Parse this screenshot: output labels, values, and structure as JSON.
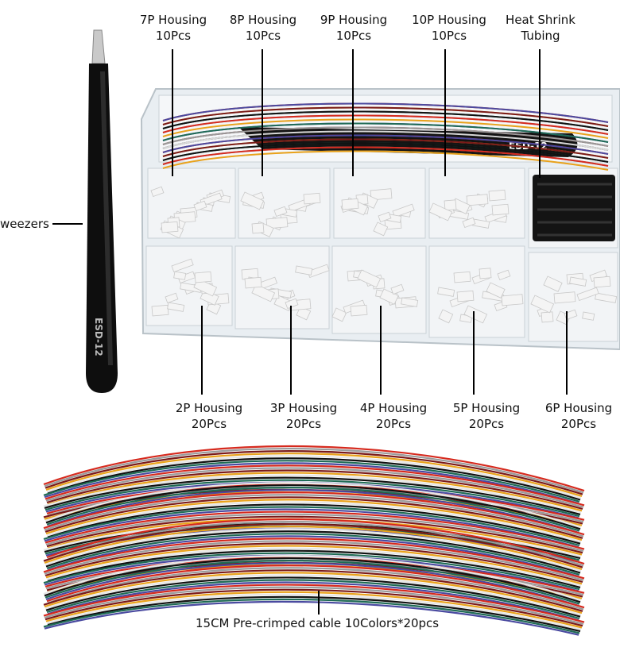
{
  "labels": {
    "top": [
      {
        "line1": "7P Housing",
        "line2": "10Pcs"
      },
      {
        "line1": "8P Housing",
        "line2": "10Pcs"
      },
      {
        "line1": "9P Housing",
        "line2": "10Pcs"
      },
      {
        "line1": "10P Housing",
        "line2": "10Pcs"
      },
      {
        "line1": "Heat Shrink",
        "line2": "Tubing"
      }
    ],
    "bottom": [
      {
        "line1": "2P Housing",
        "line2": "20Pcs"
      },
      {
        "line1": "3P Housing",
        "line2": "20Pcs"
      },
      {
        "line1": "4P Housing",
        "line2": "20Pcs"
      },
      {
        "line1": "5P Housing",
        "line2": "20Pcs"
      },
      {
        "line1": "6P Housing",
        "line2": "20Pcs"
      }
    ],
    "tweezers": "weezers",
    "cable": "15CM Pre-crimped cable 10Colors*20pcs"
  },
  "brand_marks": {
    "tweezers_print": "ESD-12",
    "box_tweezers_print": "ESD-12"
  },
  "colors": {
    "wire_colors": [
      "#d62a1e",
      "#e9a21b",
      "#1f6b55",
      "#9a9a9a",
      "#ffffff",
      "#4a4aa0",
      "#7a1a1a",
      "#111111"
    ],
    "tubing": "#141414",
    "tweezers": "#0e0e0e",
    "housing": "#f4f4f4",
    "box": "#e9eef2"
  }
}
